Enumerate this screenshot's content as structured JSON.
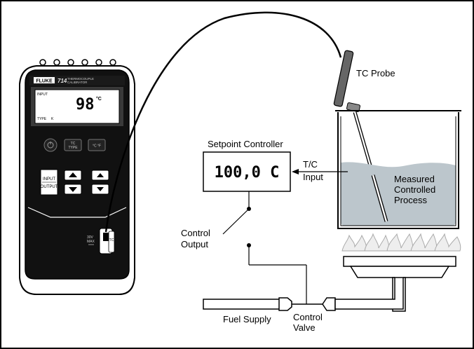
{
  "labels": {
    "tc_probe": "TC Probe",
    "setpoint_controller": "Setpoint Controller",
    "tc_input_line1": "T/C",
    "tc_input_line2": "Input",
    "process_line1": "Measured",
    "process_line2": "Controlled",
    "process_line3": "Process",
    "control_output_line1": "Control",
    "control_output_line2": "Output",
    "fuel_supply": "Fuel Supply",
    "control_valve_line1": "Control",
    "control_valve_line2": "Valve"
  },
  "controller": {
    "display": "100,0 C"
  },
  "calibrator": {
    "brand": "FLUKE",
    "model": "714",
    "subtitle_line1": "THERMOCOUPLE",
    "subtitle_line2": "CALIBRATOR",
    "display_mode": "INPUT",
    "display_value": "98",
    "display_unit": "°C",
    "display_type_label": "TYPE",
    "display_type_value": "K",
    "key_tc_type_line1": "TC",
    "key_tc_type_line2": "TYPE",
    "key_units": "°C °F",
    "key_input": "INPUT",
    "key_output": "OUTPUT",
    "jack_label_line1": "30V",
    "jack_label_line2": "MAX",
    "jack_label_tc": "TC"
  }
}
